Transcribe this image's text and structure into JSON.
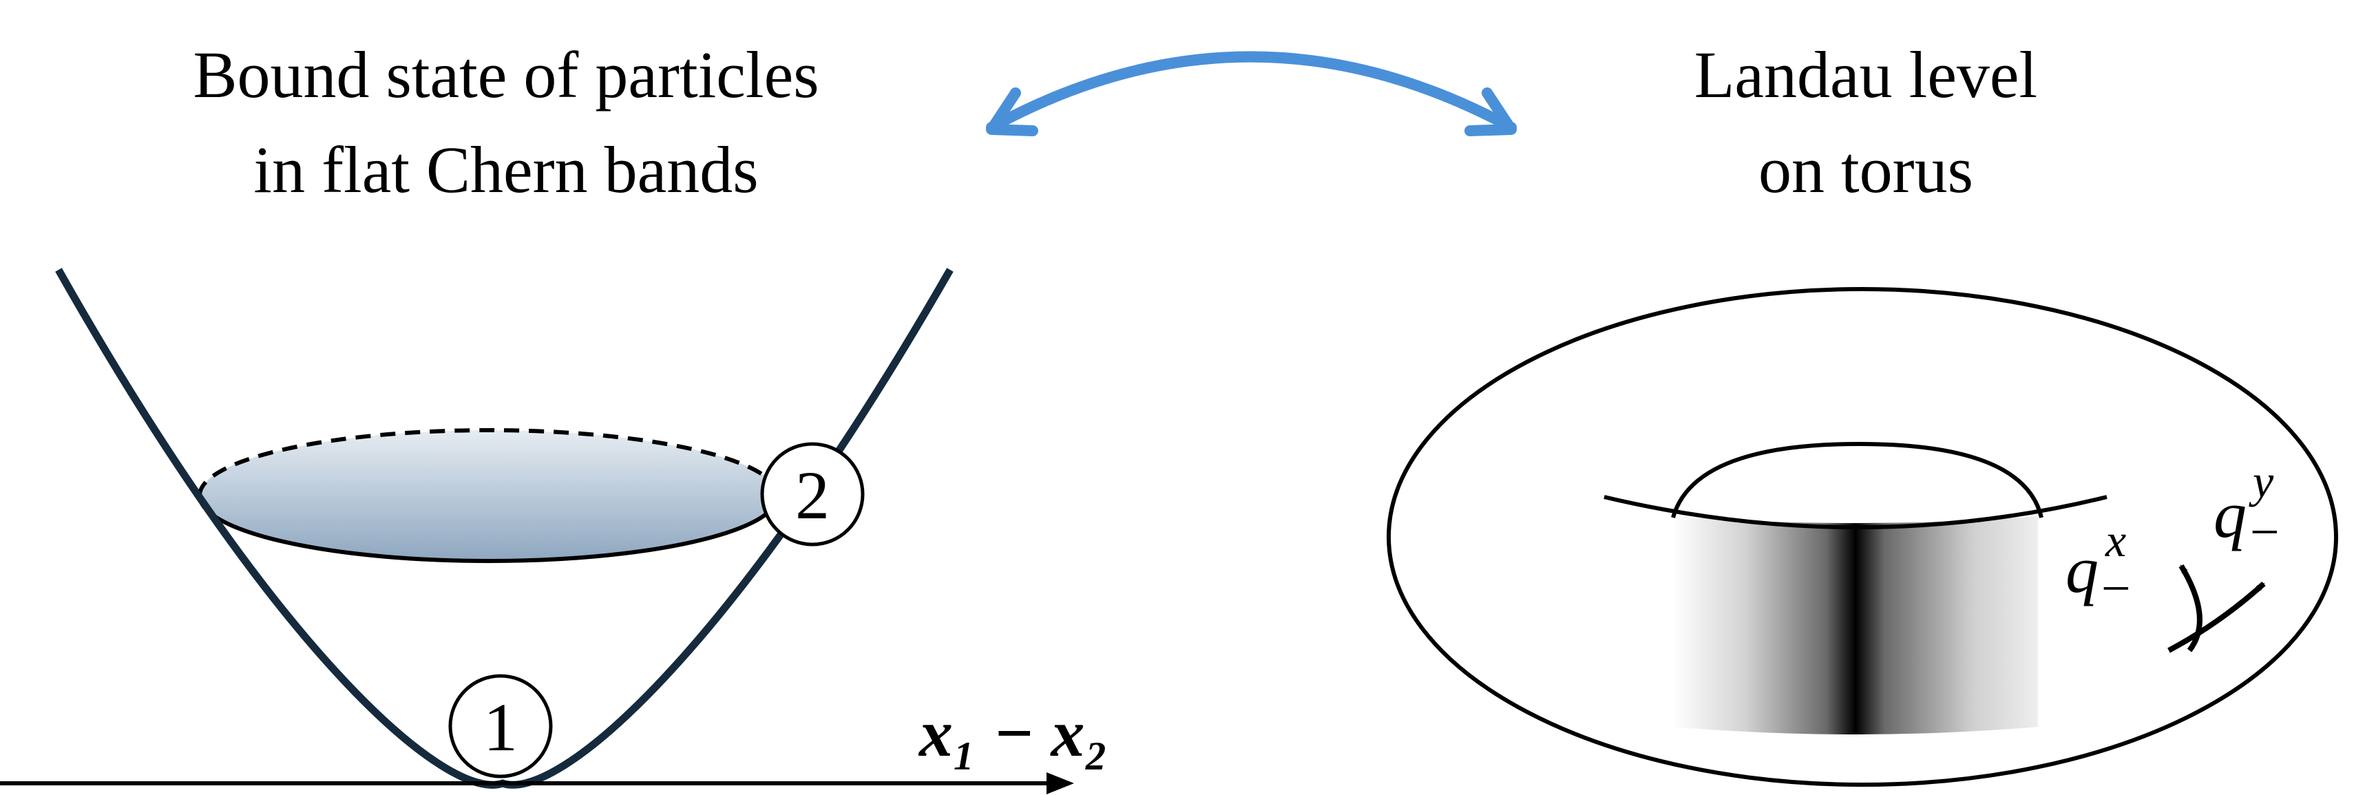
{
  "left_panel": {
    "title_line1": "Bound state of particles",
    "title_line2": "in flat Chern bands",
    "particle_1": "1",
    "particle_2": "2",
    "axis_label": "x₁ − x₂"
  },
  "right_panel": {
    "title_line1": "Landau level",
    "title_line2": "on torus",
    "label_qx": "q",
    "label_qx_sup": "x",
    "label_qx_sub": "−",
    "label_qy": "q",
    "label_qy_sup": "y",
    "label_qy_sub": "−"
  },
  "colors": {
    "curve": "#152a3d",
    "arrow": "#4a90d9",
    "disk_top": "#e4eaf0",
    "disk_bottom": "#8ea7c0"
  }
}
